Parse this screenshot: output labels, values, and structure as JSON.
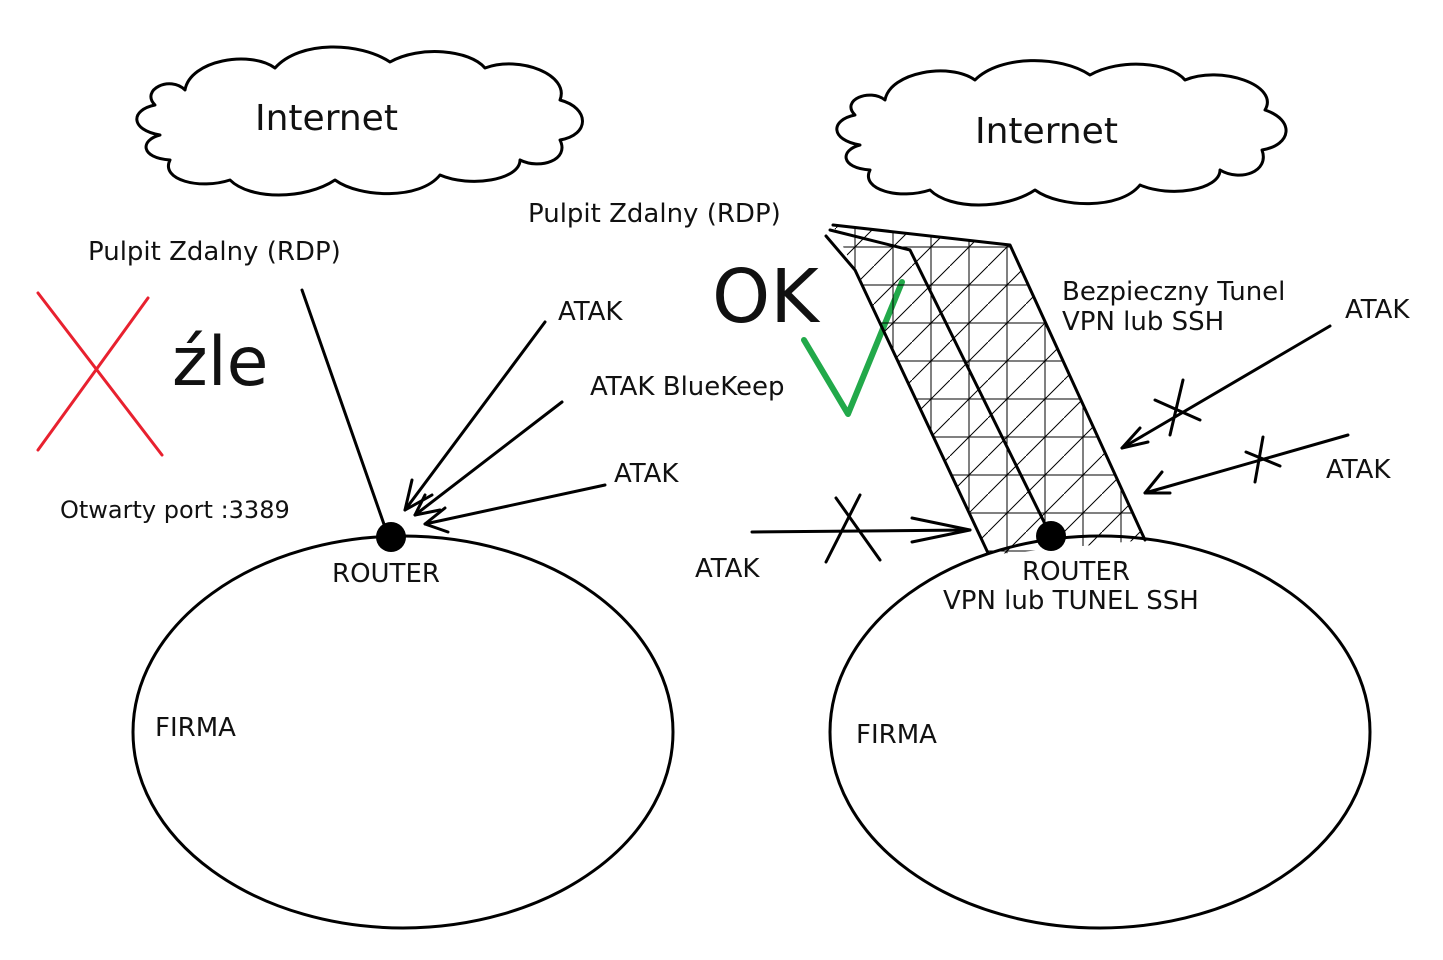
{
  "colors": {
    "line": "#000000",
    "bad": "#e8212f",
    "good": "#22a94a"
  },
  "left": {
    "cloud_label": "Internet",
    "rdp_label": "Pulpit Zdalny (RDP)",
    "verdict": "źle",
    "port_label": "Otwarty port :3389",
    "attacks": [
      "ATAK",
      "ATAK BlueKeep",
      "ATAK"
    ],
    "router_label": "ROUTER",
    "company_label": "FIRMA",
    "bad_mark_icon": "cross-icon"
  },
  "right": {
    "cloud_label": "Internet",
    "rdp_label": "Pulpit Zdalny (RDP)",
    "verdict": "OK",
    "tunnel_label_line1": "Bezpieczny Tunel",
    "tunnel_label_line2": "VPN lub SSH",
    "attacks": [
      "ATAK",
      "ATAK",
      "ATAK"
    ],
    "router_label": "ROUTER",
    "router_sublabel": "VPN lub TUNEL SSH",
    "company_label": "FIRMA",
    "good_mark_icon": "checkmark-icon",
    "blocked_icon": "blocked-x-icon"
  }
}
